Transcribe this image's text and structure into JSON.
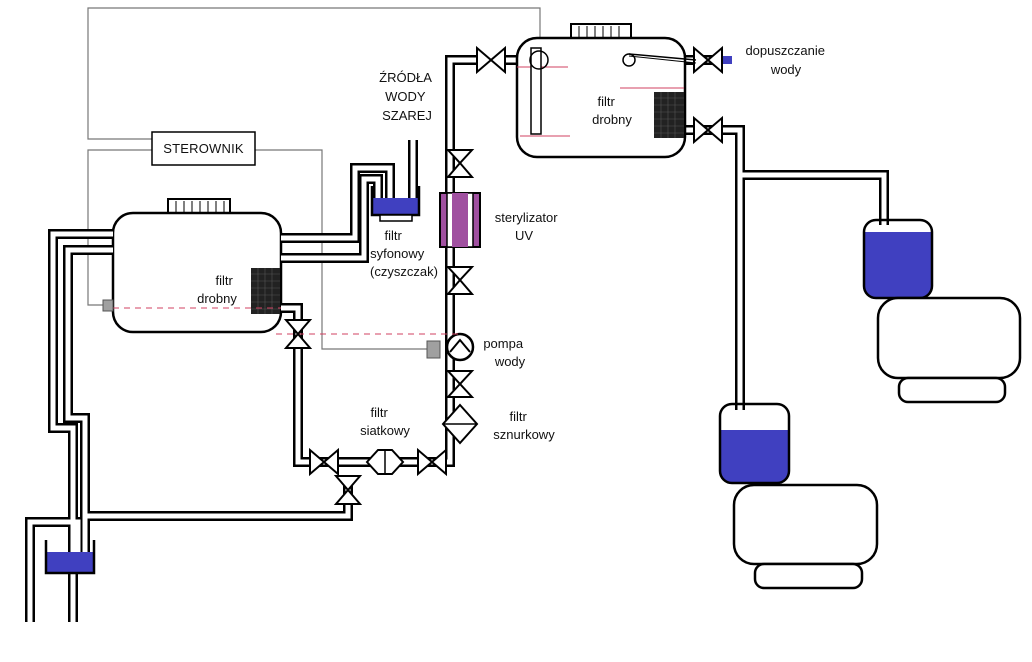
{
  "colors": {
    "water": "#4040c0",
    "uv_sterilizer": "#a050a0",
    "level_line": "#d04060",
    "pipe": "#000000",
    "wire": "#777777",
    "sensor": "#a0a0a0"
  },
  "labels": {
    "controller": "STEROWNIK",
    "grey_water_source": [
      "ŹRÓDŁA",
      "WODY",
      "SZAREJ"
    ],
    "fine_filter_left": [
      "filtr",
      "drobny"
    ],
    "fine_filter_top": [
      "filtr",
      "drobny"
    ],
    "siphon_filter": [
      "filtr",
      "syfonowy",
      "(czyszczak)"
    ],
    "uv_sterilizer": [
      "sterylizator",
      "UV"
    ],
    "water_pump": [
      "pompa",
      "wody"
    ],
    "mesh_filter": [
      "filtr",
      "siatkowy"
    ],
    "cord_filter": [
      "filtr",
      "sznurkowy"
    ],
    "water_inlet": [
      "dopuszczanie",
      "wody"
    ]
  }
}
